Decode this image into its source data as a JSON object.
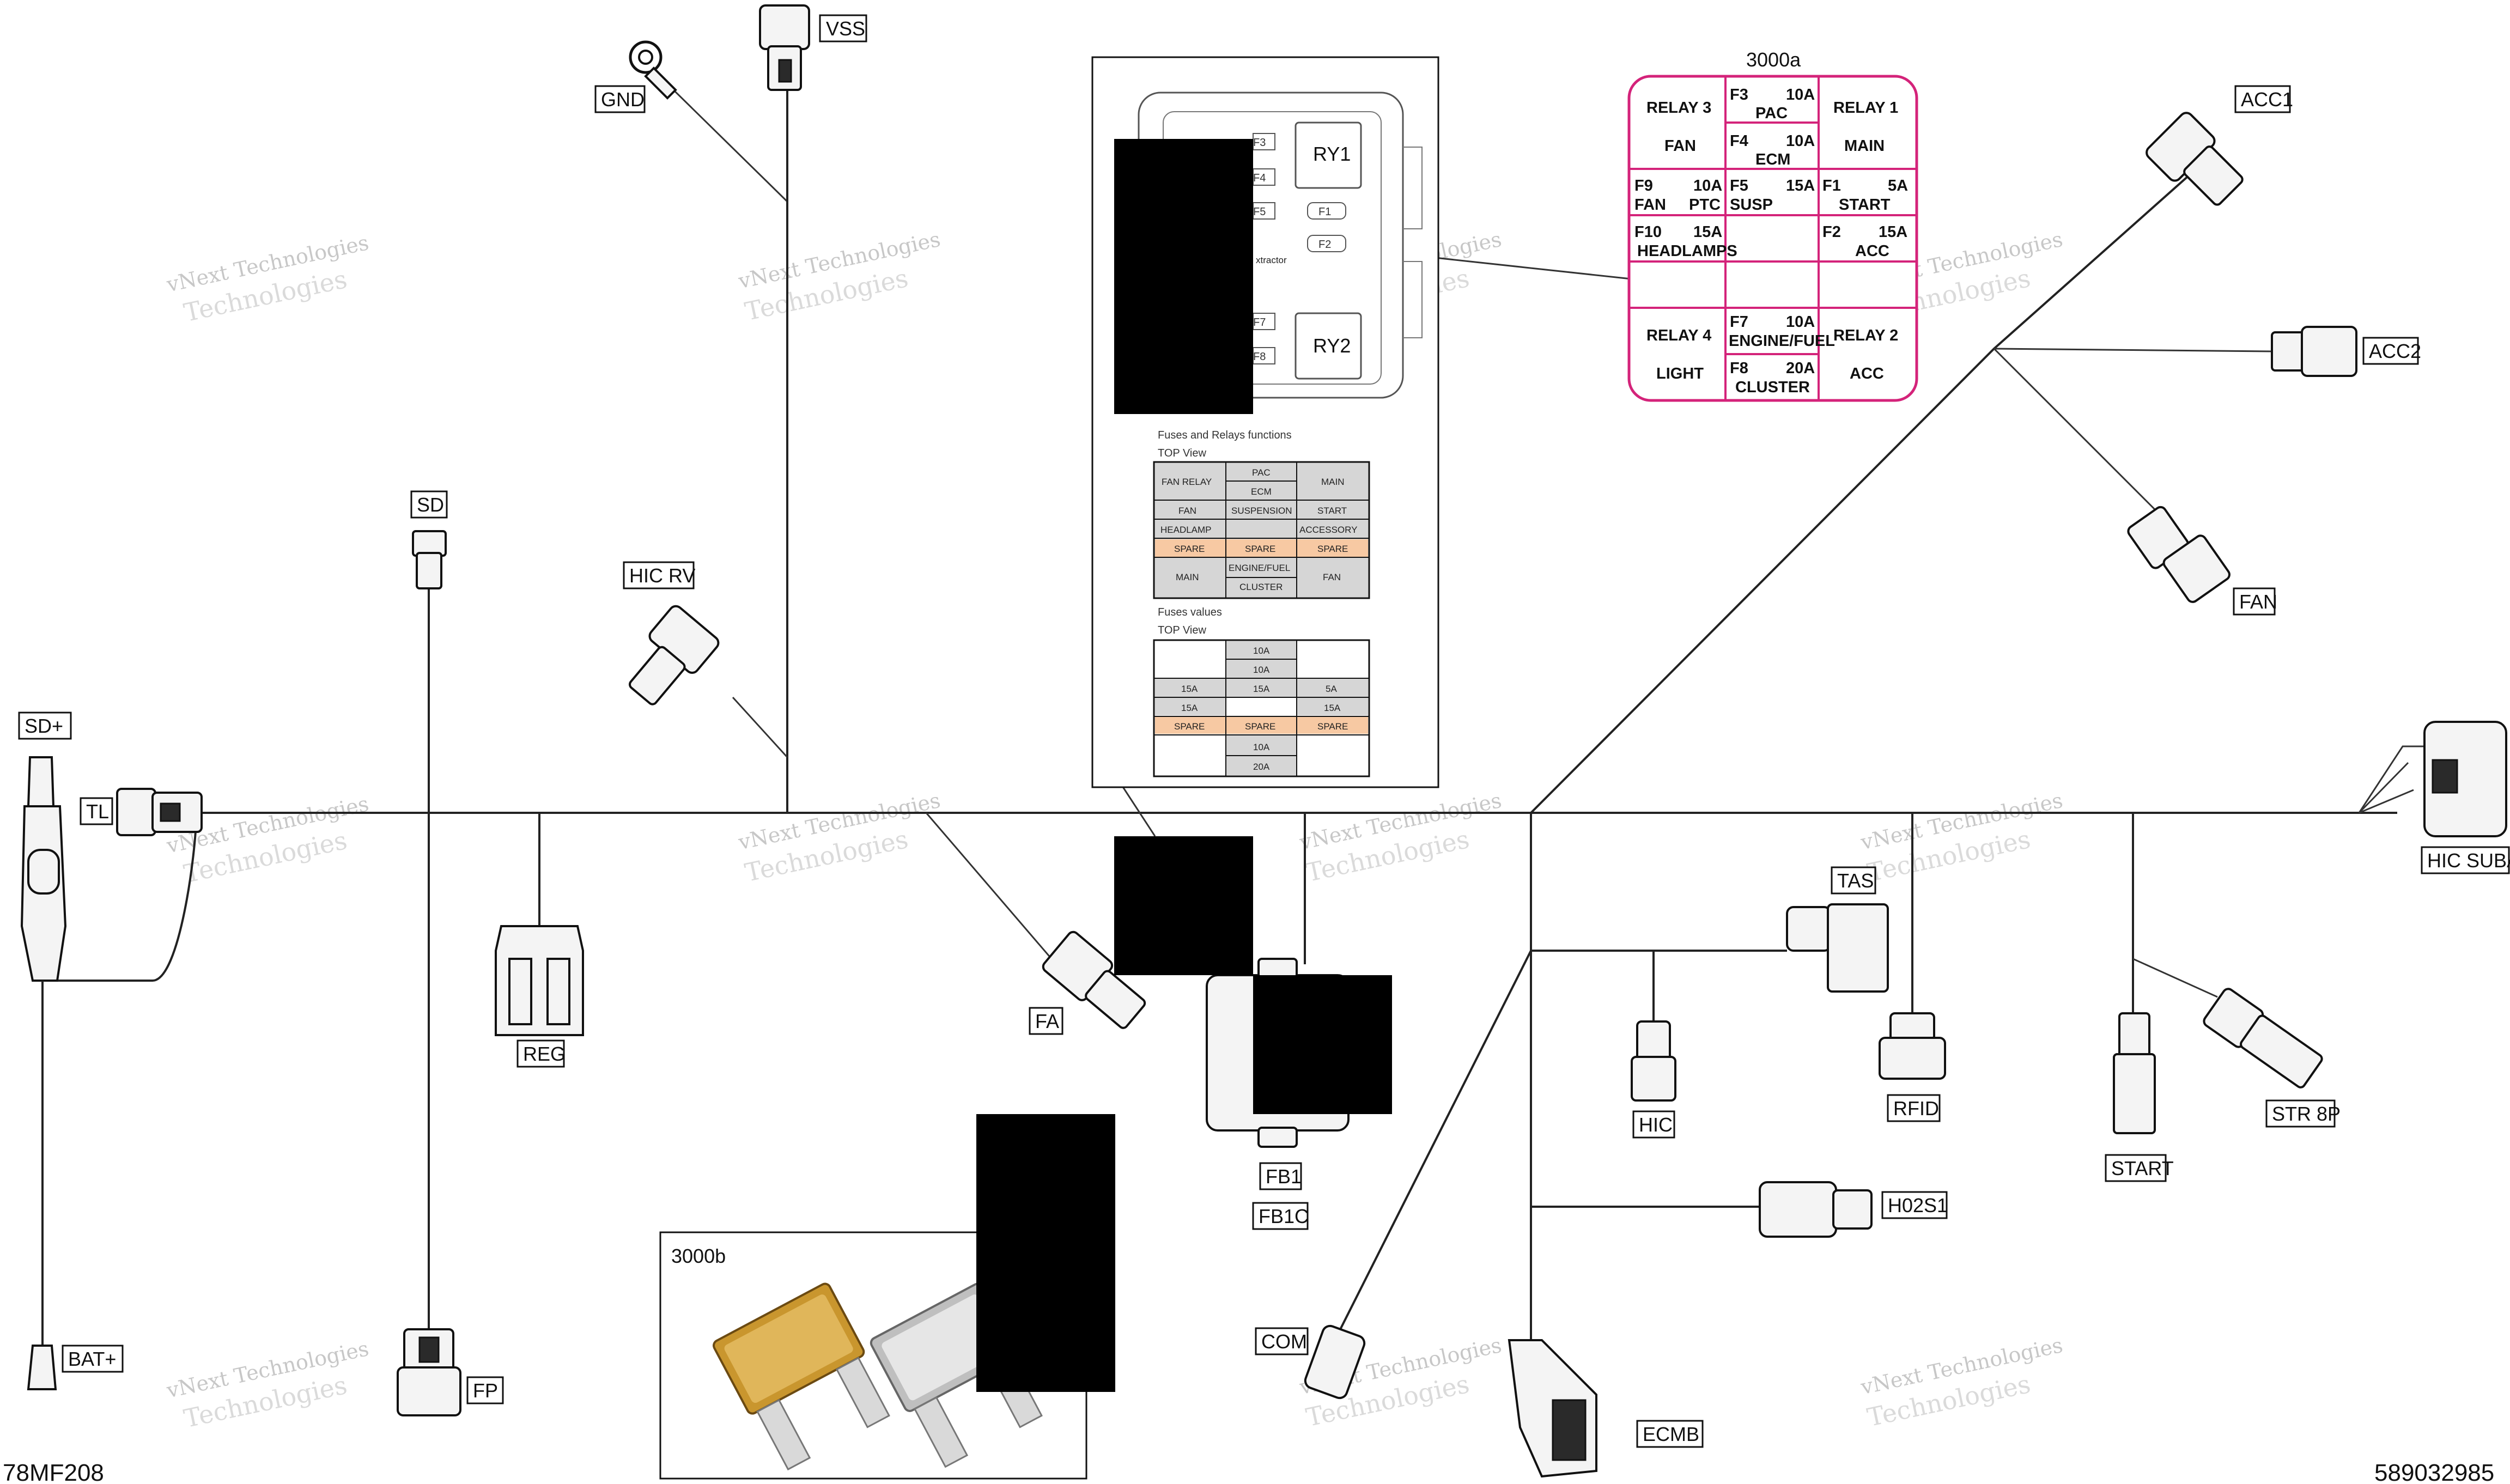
{
  "connectors": {
    "vss": "VSS",
    "gnd": "GND",
    "sd": "SD",
    "sd_plus": "SD+",
    "tl": "TL",
    "hic_rv": "HIC  RV",
    "reg": "REG",
    "bat_plus": "BAT+",
    "fp": "FP",
    "fa": "FA",
    "fb1": "FB1",
    "fb1c": "FB1C",
    "com": "COM",
    "ecmb": "ECMB",
    "tas": "TAS",
    "hic": "HIC",
    "rfid": "RFID",
    "h02s1": "H02S1",
    "start": "START",
    "str8p": "STR 8P",
    "hic_suba": "HIC SUBA",
    "acc1": "ACC1",
    "acc2": "ACC2",
    "fan": "FAN"
  },
  "fuse_box_drawing": {
    "f3": "F3",
    "f4": "F4",
    "f5": "F5",
    "f1": "F1",
    "f2": "F2",
    "f7": "F7",
    "f8": "F8",
    "ry1": "RY1",
    "ry2": "RY2",
    "extractor": "xtractor",
    "functions_title": "Fuses and Relays functions",
    "functions_view": "TOP View",
    "values_title": "Fuses values",
    "values_view": "TOP View"
  },
  "functions_table": {
    "fan_relay": "FAN RELAY",
    "pac": "PAC",
    "ecm": "ECM",
    "main": "MAIN",
    "fan": "FAN",
    "suspension": "SUSPENSION",
    "start": "START",
    "headlamp": "HEADLAMP",
    "accessory": "ACCESSORY",
    "spare1": "SPARE",
    "spare2": "SPARE",
    "spare3": "SPARE",
    "main2": "MAIN",
    "engine_fuel": "ENGINE/FUEL",
    "cluster": "CLUSTER",
    "fan2": "FAN"
  },
  "values_table": {
    "r1c2": "10A",
    "r2c2": "10A",
    "r3c1": "15A",
    "r3c2": "15A",
    "r3c3": "5A",
    "r4c1": "15A",
    "r4c3": "15A",
    "spare1": "SPARE",
    "spare2": "SPARE",
    "spare3": "SPARE",
    "r6c2": "10A",
    "r7c2": "20A"
  },
  "fuse_chart": {
    "title": "3000a",
    "relay3": "RELAY 3",
    "fan": "FAN",
    "f3": "F3",
    "f3_amp": "10A",
    "pac": "PAC",
    "f4": "F4",
    "f4_amp": "10A",
    "ecm": "ECM",
    "relay1": "RELAY 1",
    "main": "MAIN",
    "f9": "F9",
    "f9_amp": "10A",
    "f9_name1": "FAN",
    "f9_name2": "PTC",
    "f5": "F5",
    "f5_amp": "15A",
    "susp": "SUSP",
    "f1": "F1",
    "f1_amp": "5A",
    "start": "START",
    "f10": "F10",
    "f10_amp": "15A",
    "headlamps": "HEADLAMPS",
    "f2": "F2",
    "f2_amp": "15A",
    "acc": "ACC",
    "relay4": "RELAY 4",
    "light": "LIGHT",
    "f7": "F7",
    "f7_amp": "10A",
    "engine_fuel": "ENGINE/FUEL",
    "f8": "F8",
    "f8_amp": "20A",
    "cluster": "CLUSTER",
    "relay2": "RELAY 2",
    "acc2": "ACC"
  },
  "inset_3000b": {
    "title": "3000b"
  },
  "watermark": {
    "line1": "vNext Technologies",
    "line2": "Technologies"
  },
  "footer": {
    "left": "78MF208",
    "right": "589032985"
  },
  "colors": {
    "chart_border": "#d4237a",
    "spare_fill": "#f7c9a3",
    "cell_fill": "#d6d6d6"
  }
}
